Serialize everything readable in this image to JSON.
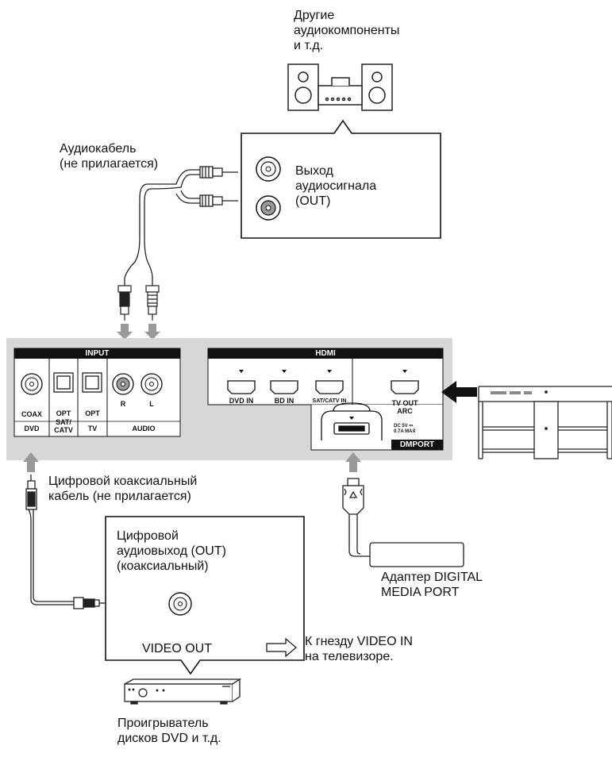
{
  "labels": {
    "audio_components": "Другие\nаудиокомпоненты\nи т.д.",
    "audio_cable": "Аудиокабель\n(не прилагается)",
    "audio_output": "Выход\nаудиосигнала\n(OUT)",
    "coax_cable": "Цифровой коаксиальный\nкабель (не прилагается)",
    "digital_out": "Цифровой\nаудиовыход (OUT)\n(коаксиальный)",
    "video_out": "VIDEO OUT",
    "to_tv": "К гнезду VIDEO IN\nна телевизоре.",
    "adapter": "Адаптер DIGITAL\nMEDIA PORT",
    "player": "Проигрыватель\nдисков DVD и т.д."
  },
  "panel": {
    "input_header": "INPUT",
    "hdmi_header": "HDMI",
    "coax": "COAX",
    "dvd": "DVD",
    "opt1": "OPT",
    "sat": "SAT/\nCATV",
    "opt2": "OPT",
    "tv": "TV",
    "audio": "AUDIO",
    "r": "R",
    "l": "L",
    "dvd_in": "DVD IN",
    "bd_in": "BD IN",
    "sat_in": "SAT/CATV IN",
    "tv_out": "TV OUT\nARC",
    "dc": "DC 5V ⎓\n0.7A MAX",
    "dmport": "DMPORT"
  },
  "icons": [
    "stereo-system-icon",
    "rca-plug-icon",
    "hdmi-port-icon",
    "tv-stand-icon",
    "dvd-player-icon",
    "dmport-adapter-icon"
  ]
}
